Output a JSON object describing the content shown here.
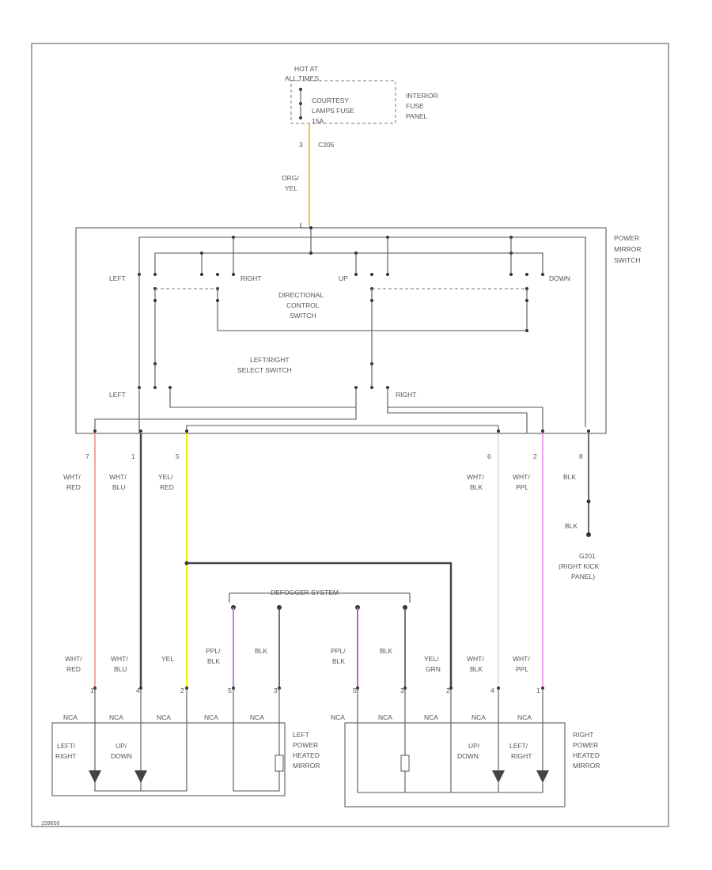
{
  "fuse_panel": {
    "hot_line1": "HOT AT",
    "hot_line2": "ALL TIMES",
    "fuse_line1": "COURTESY",
    "fuse_line2": "LAMPS FUSE",
    "fuse_line3": "15A",
    "panel_line1": "INTERIOR",
    "panel_line2": "FUSE",
    "panel_line3": "PANEL",
    "pin": "3",
    "connector": "C205",
    "wire_line1": "ORG/",
    "wire_line2": "YEL"
  },
  "mirror_switch": {
    "label_line1": "POWER",
    "label_line2": "MIRROR",
    "label_line3": "SWITCH",
    "pos_left": "LEFT",
    "pos_right": "RIGHT",
    "pos_up": "UP",
    "pos_down": "DOWN",
    "directional_line1": "DIRECTIONAL",
    "directional_line2": "CONTROL",
    "directional_line3": "SWITCH",
    "select_line1": "LEFT/RIGHT",
    "select_line2": "SELECT SWITCH",
    "select_left": "LEFT",
    "select_right": "RIGHT"
  },
  "upper_wires": [
    {
      "pin": "7",
      "line1": "WHT/",
      "line2": "RED",
      "color": "#f4a6a6"
    },
    {
      "pin": "1",
      "line1": "WHT/",
      "line2": "BLU",
      "color": "#444444"
    },
    {
      "pin": "5",
      "line1": "YEL/",
      "line2": "RED",
      "color": "#f2f200"
    },
    {
      "pin": "6",
      "line1": "WHT/",
      "line2": "BLK",
      "color": "#d8d8d8"
    },
    {
      "pin": "2",
      "line1": "WHT/",
      "line2": "PPL",
      "color": "#f0a0f0"
    },
    {
      "pin": "8",
      "line1": "BLK",
      "line2": "",
      "color": "#444444"
    }
  ],
  "ground": {
    "wire": "BLK",
    "line1": "G201",
    "line2": "(RIGHT KICK",
    "line3": "PANEL)"
  },
  "defogger": {
    "label": "DEFOGGER SYSTEM"
  },
  "lower_wires": [
    {
      "line1": "WHT/",
      "line2": "RED",
      "pin": "1",
      "connector": "NCA"
    },
    {
      "line1": "WHT/",
      "line2": "BLU",
      "pin": "4",
      "connector": "NCA"
    },
    {
      "line1": "YEL",
      "line2": "",
      "pin": "2",
      "connector": "NCA"
    },
    {
      "line1": "PPL/",
      "line2": "BLK",
      "pin": "5",
      "connector": "NCA"
    },
    {
      "line1": "BLK",
      "line2": "",
      "pin": "3",
      "connector": "NCA"
    },
    {
      "line1": "PPL/",
      "line2": "BLK",
      "pin": "5",
      "connector": "NCA"
    },
    {
      "line1": "BLK",
      "line2": "",
      "pin": "3",
      "connector": "NCA"
    },
    {
      "line1": "YEL/",
      "line2": "GRN",
      "pin": "2",
      "connector": "NCA"
    },
    {
      "line1": "WHT/",
      "line2": "BLK",
      "pin": "4",
      "connector": "NCA"
    },
    {
      "line1": "WHT/",
      "line2": "PPL",
      "pin": "1",
      "connector": "NCA"
    }
  ],
  "left_mirror": {
    "label_line1": "LEFT",
    "label_line2": "POWER",
    "label_line3": "HEATED",
    "label_line4": "MIRROR",
    "motor1_line1": "LEFT/",
    "motor1_line2": "RIGHT",
    "motor2_line1": "UP/",
    "motor2_line2": "DOWN"
  },
  "right_mirror": {
    "label_line1": "RIGHT",
    "label_line2": "POWER",
    "label_line3": "HEATED",
    "label_line4": "MIRROR",
    "motor1_line1": "UP/",
    "motor1_line2": "DOWN",
    "motor2_line1": "LEFT/",
    "motor2_line2": "RIGHT"
  },
  "figure_id": "159656"
}
